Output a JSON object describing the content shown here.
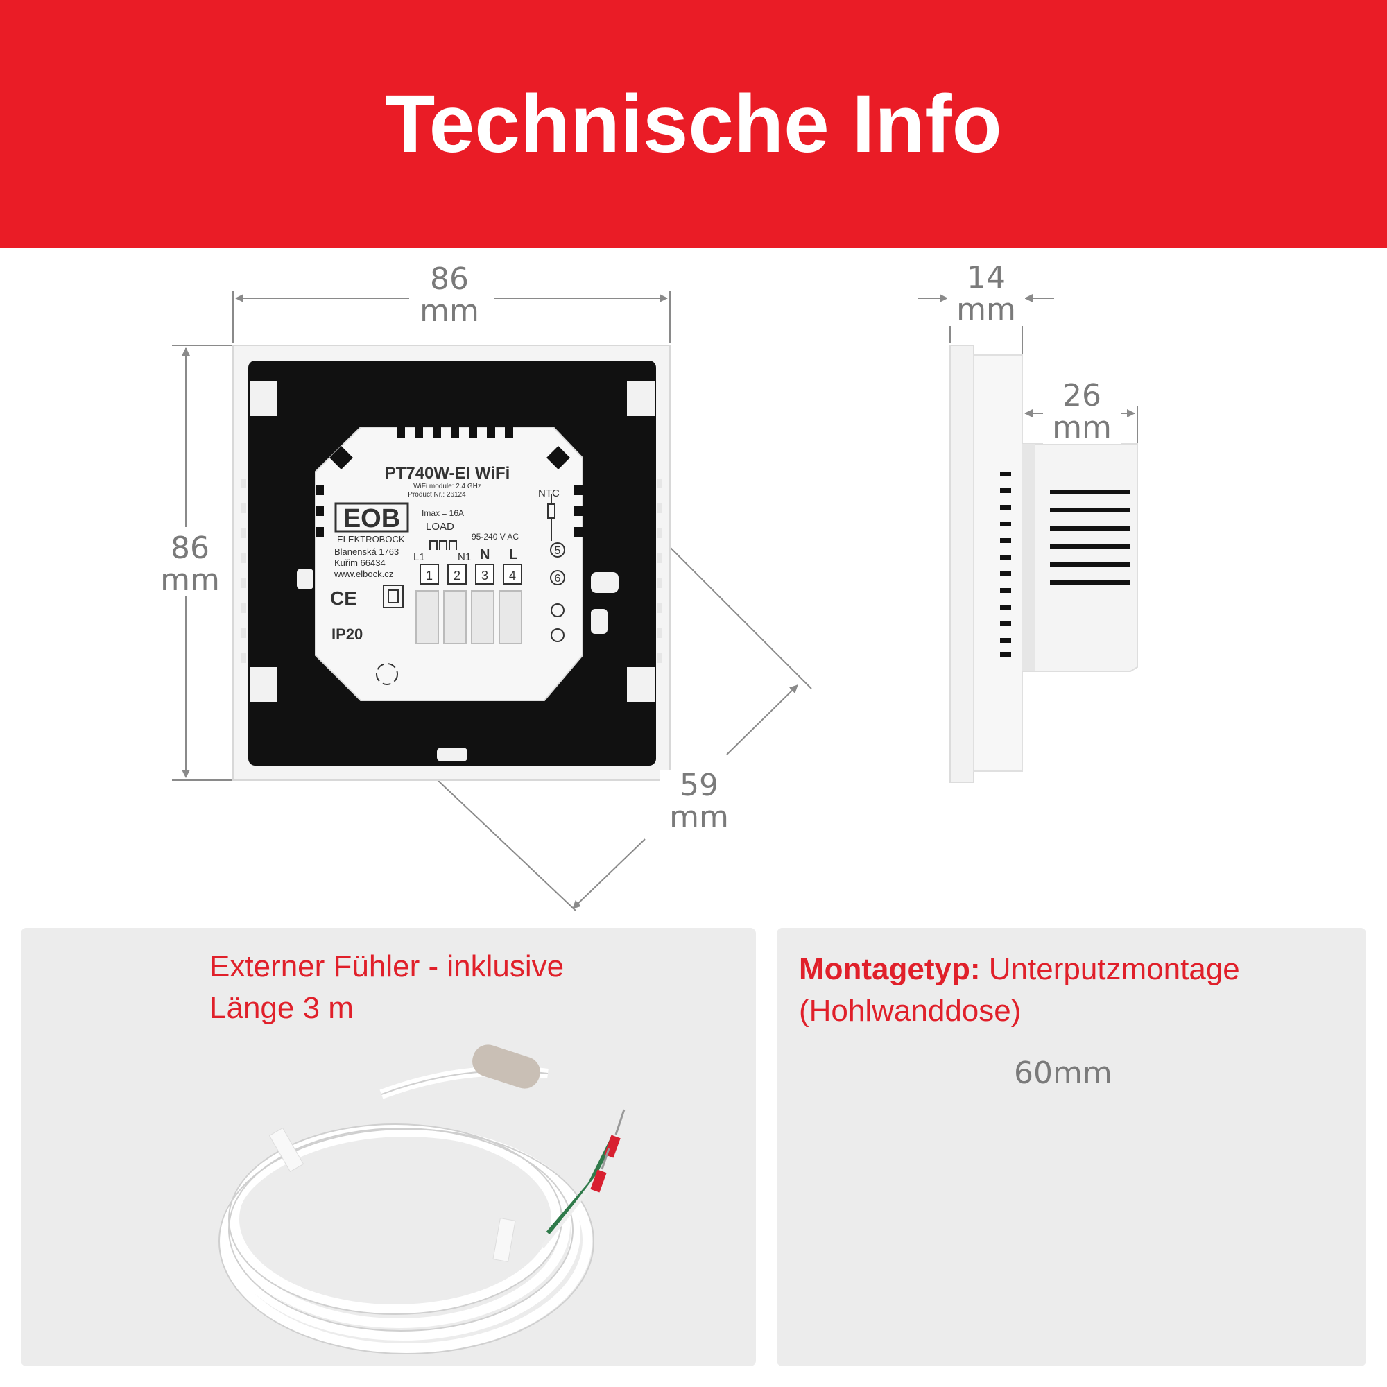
{
  "header": {
    "title": "Technische Info"
  },
  "front_view": {
    "width_value": "86",
    "width_unit": "mm",
    "height_value": "86",
    "height_unit": "mm",
    "diagonal_value": "59",
    "diagonal_unit": "mm",
    "label": {
      "model": "PT740W-EI WiFi",
      "wifi_module": "WiFi module: 2.4 GHz",
      "product_nr": "Product Nr.: 26124",
      "brand_logo": "EOB",
      "company": "ELEKTROBOCK",
      "street": "Blanenská 1763",
      "city": "Kuřim 66434",
      "web": "www.elbock.cz",
      "imax": "Imax = 16A",
      "load": "LOAD",
      "voltage": "95-240 V AC",
      "ntc": "NTC",
      "term_l1": "L1",
      "term_n1": "N1",
      "term_n": "N",
      "term_l": "L",
      "terminals": [
        "1",
        "2",
        "3",
        "4"
      ],
      "ntc_terminals": [
        "5",
        "6"
      ],
      "ce": "CE",
      "ip": "IP20"
    }
  },
  "side_view": {
    "depth_value": "14",
    "depth_unit": "mm",
    "module_value": "26",
    "module_unit": "mm"
  },
  "sensor_panel": {
    "line1": "Externer Fühler - inklusive",
    "line2": "Länge 3 m"
  },
  "mount_panel": {
    "label_bold": "Montagetyp:",
    "label_value": "Unterputzmontage",
    "label_line2": "(Hohlwanddose)",
    "diameter": "60mm"
  },
  "colors": {
    "brand_red": "#ea1c26",
    "panel_bg": "#ececec",
    "dim_gray": "#7a7a7a"
  }
}
